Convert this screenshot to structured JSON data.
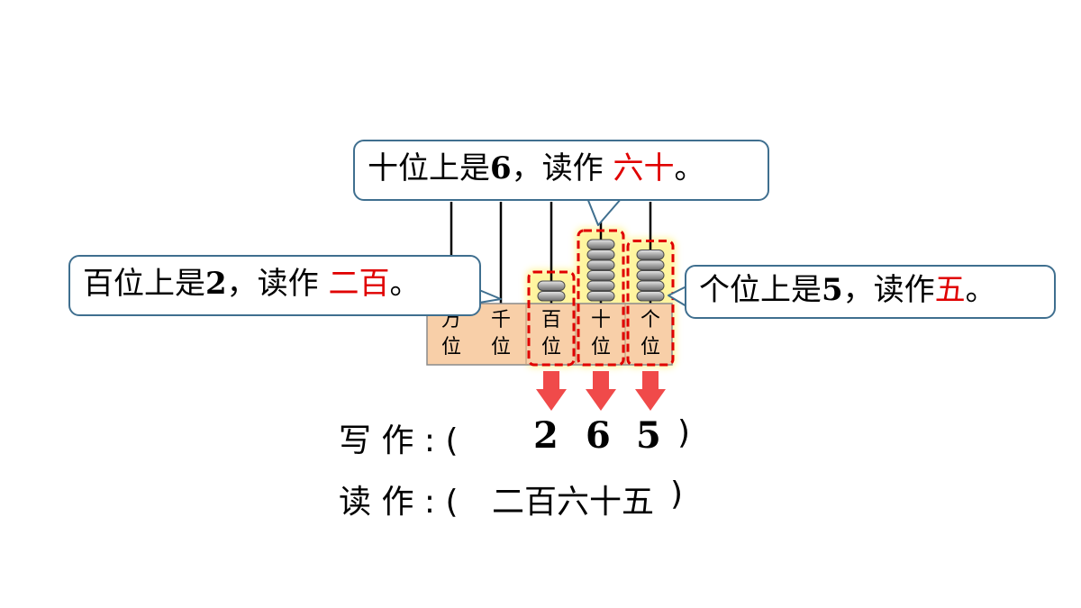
{
  "abacus": {
    "place_labels": [
      {
        "top": "万",
        "bottom": "位"
      },
      {
        "top": "千",
        "bottom": "位"
      },
      {
        "top": "百",
        "bottom": "位"
      },
      {
        "top": "十",
        "bottom": "位"
      },
      {
        "top": "个",
        "bottom": "位"
      }
    ],
    "bead_counts": [
      0,
      0,
      2,
      6,
      5
    ],
    "highlighted_columns": [
      2,
      3,
      4
    ],
    "colors": {
      "base_fill": "#f8cfa8",
      "bead_fill": "#a8a8a8",
      "highlight_dash": "#e00000",
      "highlight_glow": "#fff59a",
      "arrow": "#f04a4a"
    }
  },
  "callouts": {
    "tens": {
      "prefix": "十位上是",
      "digit": "6",
      "middle": "，读作 ",
      "answer": "六十",
      "suffix": "。"
    },
    "hundreds": {
      "prefix": "百位上是",
      "digit": "2",
      "middle": "，读作 ",
      "answer": "二百",
      "suffix": "。"
    },
    "ones": {
      "prefix": "个位上是",
      "digit": "5",
      "middle": "，读作",
      "answer": "五",
      "suffix": "。"
    }
  },
  "write_row": {
    "label": "写 作 : (",
    "digits": [
      "2",
      "6",
      "5"
    ],
    "close": ")"
  },
  "read_row": {
    "label": "读 作 : (",
    "value": "二百六十五",
    "close": ")"
  }
}
